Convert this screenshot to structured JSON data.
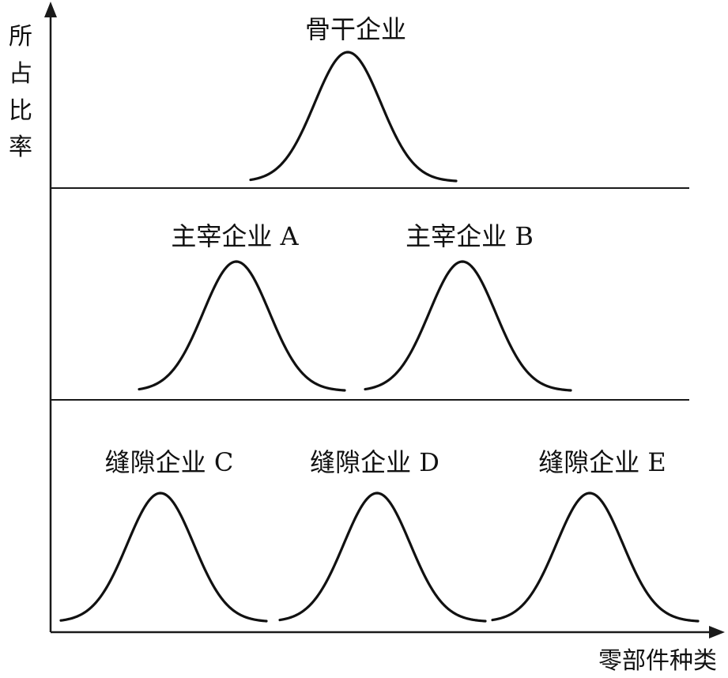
{
  "axes": {
    "y_label_chars": [
      "所",
      "占",
      "比",
      "率"
    ],
    "x_label": "零部件种类"
  },
  "tiers": [
    {
      "name": "top",
      "enterprises": [
        {
          "label": "骨干企业"
        }
      ]
    },
    {
      "name": "middle",
      "enterprises": [
        {
          "label": "主宰企业 A"
        },
        {
          "label": "主宰企业 B"
        }
      ]
    },
    {
      "name": "bottom",
      "enterprises": [
        {
          "label": "缝隙企业 C"
        },
        {
          "label": "缝隙企业 D"
        },
        {
          "label": "缝隙企业 E"
        }
      ]
    }
  ]
}
